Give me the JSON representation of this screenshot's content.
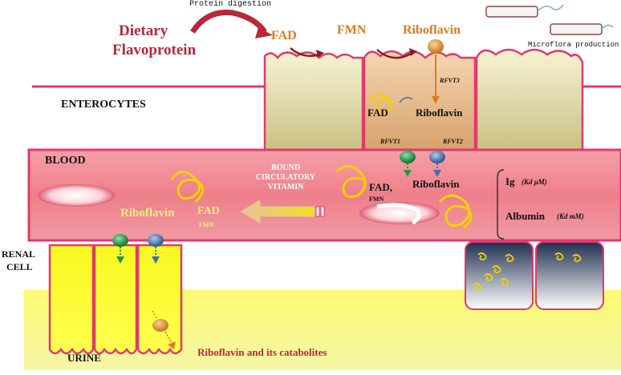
{
  "top": {
    "protein_digestion": "Protein digestion",
    "dietary_line1": "Dietary",
    "dietary_line2": "Flavoprotein",
    "fad": "FAD",
    "fmn": "FMN",
    "riboflavin": "Riboflavin",
    "microflora": "Microflora production"
  },
  "enterocytes": {
    "label": "ENTEROCYTES",
    "transporter": "RFVT3",
    "fad": "FAD",
    "riboflavin": "Riboflavin"
  },
  "blood": {
    "label": "BLOOD",
    "rfvt1": "RFVT1",
    "rfvt2": "RFVT2",
    "bound_line1": "BOUND",
    "bound_line2": "CIRCULATORY",
    "bound_line3": "VITAMIN",
    "fad": "FAD,",
    "fmn": "FMN",
    "riboflavin": "Riboflavin",
    "left_riboflavin": "Riboflavin",
    "left_fad": "FAD",
    "left_fmn": "FMN",
    "ig": "Ig",
    "ig_kd": "(Kd μM)",
    "albumin": "Albumin",
    "albumin_kd": "(Kd mM)"
  },
  "renal": {
    "label_line1": "RENAL",
    "label_line2": "CELL",
    "urine": "URINE",
    "catabolites": "Riboflavin and its catabolites"
  },
  "colors": {
    "membrane": "#e03a6e",
    "blood": "#f07a88",
    "enterocyte_orange": "#d86a20",
    "renal_yellow": "#f5f53a",
    "flavin_yellow": "#f2d000",
    "transporter_green": "#1f9a4a",
    "transporter_blue": "#3f6fb0"
  }
}
